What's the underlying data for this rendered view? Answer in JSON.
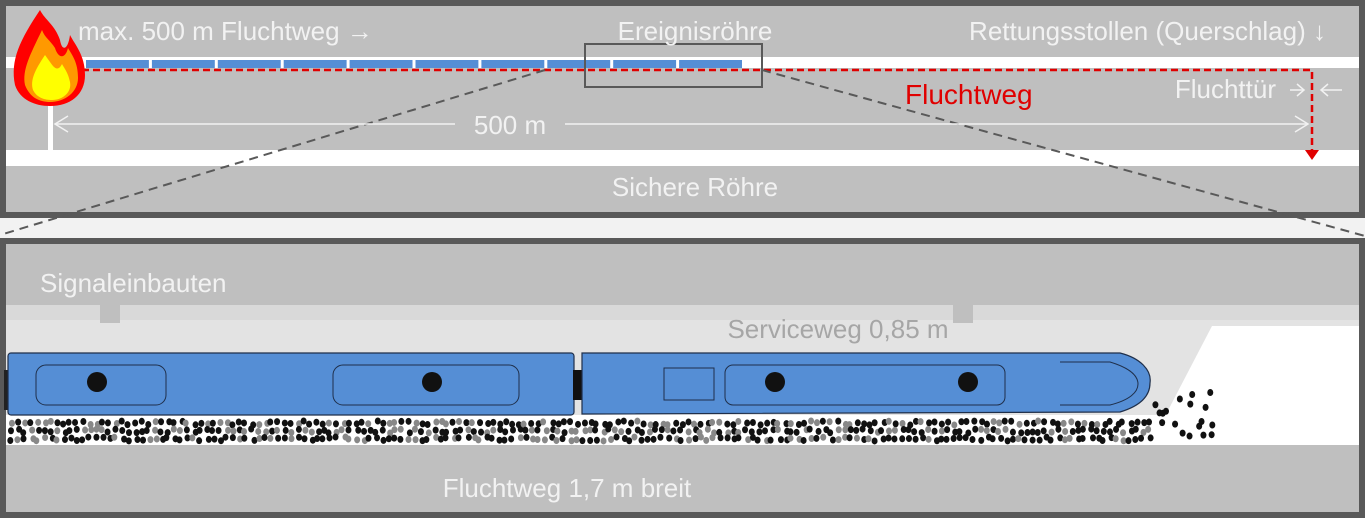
{
  "overview": {
    "max_escape_label": "max. 500 m Fluchtweg →",
    "incident_tube_label": "Ereignisröhre",
    "rescue_gallery_label": "Rettungsstollen (Querschlag) ↓",
    "escape_route_label": "Fluchtweg",
    "escape_door_label": "Fluchttür",
    "distance_label": "500 m",
    "safe_tube_label": "Sichere Röhre",
    "train_car_count": 10
  },
  "detail": {
    "signal_label": "Signaleinbauten",
    "service_walk_label": "Serviceweg 0,85 m",
    "escape_walk_label": "Fluchtweg 1,7 m breit"
  },
  "colors": {
    "panel": "#bfbfbf",
    "border": "#595959",
    "train": "#558ed5",
    "escape": "#e00000"
  }
}
